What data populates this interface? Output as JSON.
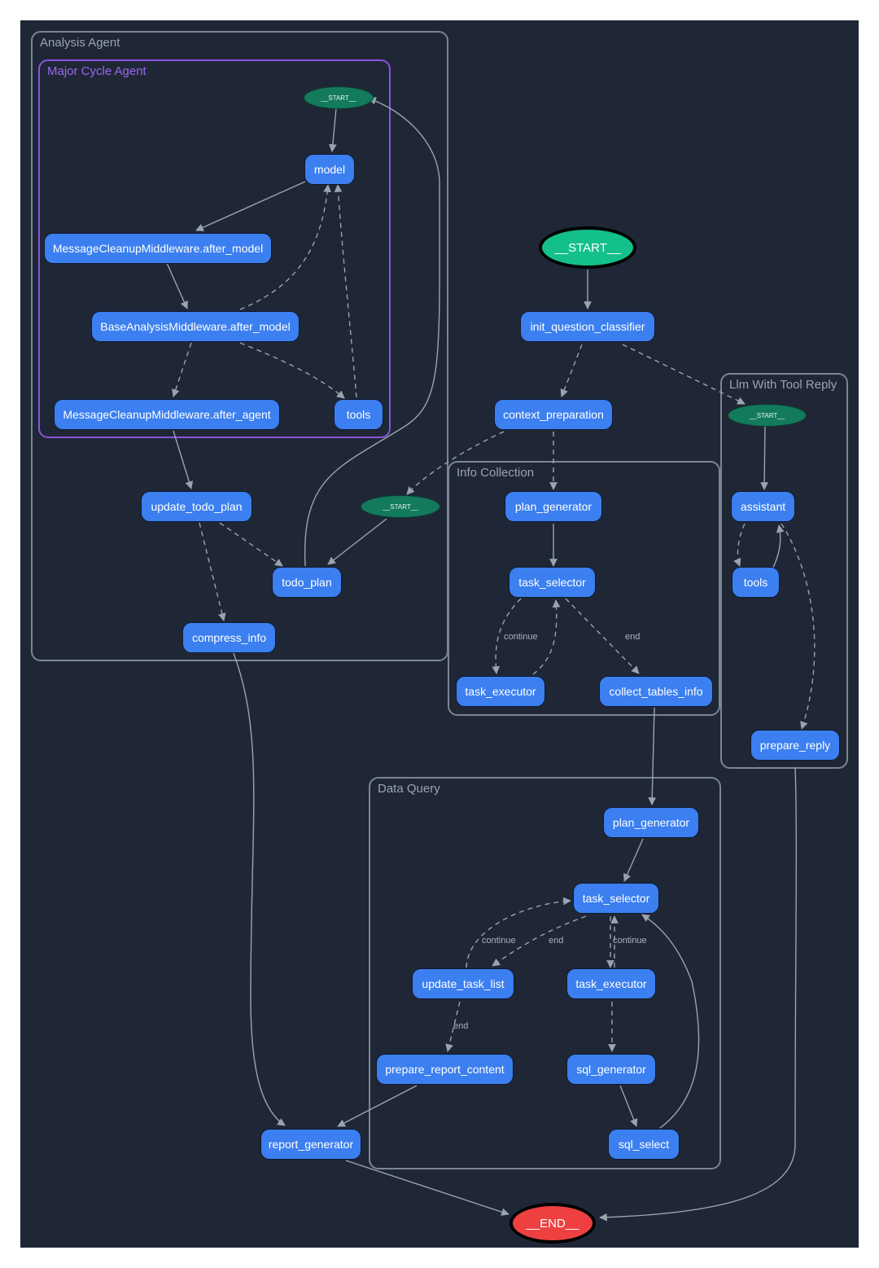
{
  "clusters": {
    "analysis_agent": "Analysis Agent",
    "major_cycle_agent": "Major Cycle Agent",
    "info_collection": "Info Collection",
    "llm_with_tool_reply": "Llm With Tool Reply",
    "data_query": "Data Query"
  },
  "nodes": {
    "start_main": "__START__",
    "end_main": "__END__",
    "init_question_classifier": "init_question_classifier",
    "context_preparation": "context_preparation",
    "report_generator": "report_generator",
    "mca_start": "__START__",
    "mca_model": "model",
    "mca_cleanup_after_model": "MessageCleanupMiddleware.after_model",
    "mca_base_after_model": "BaseAnalysisMiddleware.after_model",
    "mca_cleanup_after_agent": "MessageCleanupMiddleware.after_agent",
    "mca_tools": "tools",
    "aa_update_todo_plan": "update_todo_plan",
    "aa_start": "__START__",
    "aa_todo_plan": "todo_plan",
    "aa_compress_info": "compress_info",
    "ic_plan_generator": "plan_generator",
    "ic_task_selector": "task_selector",
    "ic_task_executor": "task_executor",
    "ic_collect_tables_info": "collect_tables_info",
    "lt_start": "__START__",
    "lt_assistant": "assistant",
    "lt_tools": "tools",
    "lt_prepare_reply": "prepare_reply",
    "dq_plan_generator": "plan_generator",
    "dq_task_selector": "task_selector",
    "dq_update_task_list": "update_task_list",
    "dq_task_executor": "task_executor",
    "dq_prepare_report_content": "prepare_report_content",
    "dq_sql_generator": "sql_generator",
    "dq_sql_select": "sql_select"
  },
  "edge_labels": {
    "ic_continue": "continue",
    "ic_end": "end",
    "dq_continue_left": "continue",
    "dq_end_left": "end",
    "dq_continue_right": "continue",
    "dq_end_bottom": "end"
  },
  "colors": {
    "background": "#1f2736",
    "node_fill": "#3b7ff0",
    "start_fill": "#14c08a",
    "end_fill": "#ee4040",
    "small_start_fill": "#137a5c",
    "cluster_border": "#7b8594",
    "major_cluster_border": "#8a55e0"
  }
}
